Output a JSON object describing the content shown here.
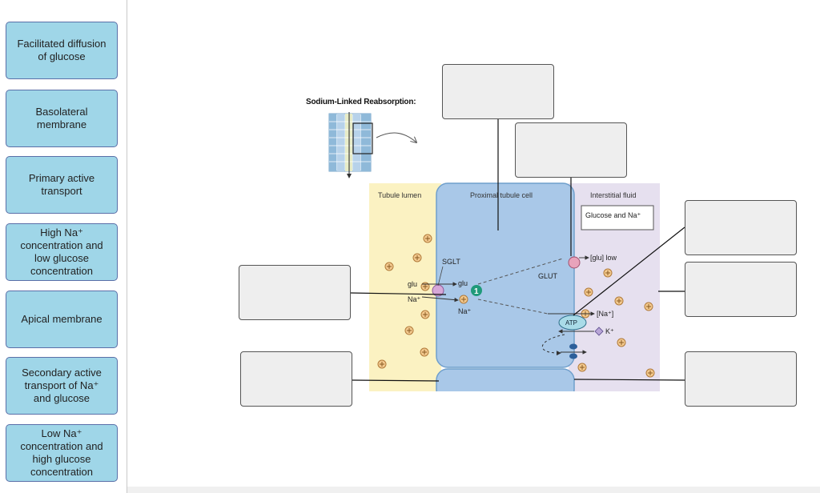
{
  "answer_bank": {
    "items": [
      {
        "label": "Facilitated diffusion\nof glucose"
      },
      {
        "label": "Basolateral\nmembrane"
      },
      {
        "label": "Primary active\ntransport"
      },
      {
        "label": "High Na⁺\nconcentration and\nlow glucose\nconcentration"
      },
      {
        "label": "Apical membrane"
      },
      {
        "label": "Secondary active\ntransport of Na⁺\nand glucose"
      },
      {
        "label": "Low Na⁺\nconcentration and\nhigh glucose\nconcentration"
      }
    ]
  },
  "diagram": {
    "title": "Sodium-Linked Reabsorption:",
    "regions": {
      "lumen": "Tubule lumen",
      "cell": "Proximal tubule cell",
      "interstitial": "Interstitial fluid"
    },
    "legend_box": "Glucose and Na⁺",
    "labels": {
      "sglt": "SGLT",
      "glu_left": "glu",
      "glu_right": "glu",
      "na_left": "Na⁺",
      "na_cell": "Na⁺",
      "glut": "GLUT",
      "glu_low": "[glu] low",
      "atp": "ATP",
      "na_conc": "[Na⁺]",
      "k": "K⁺",
      "step": "1"
    }
  },
  "colors": {
    "chip_fill": "#9fd6e8",
    "lumen": "#fbf2c2",
    "cell": "#a9c8e8",
    "interstitial": "#e6e0ef"
  }
}
